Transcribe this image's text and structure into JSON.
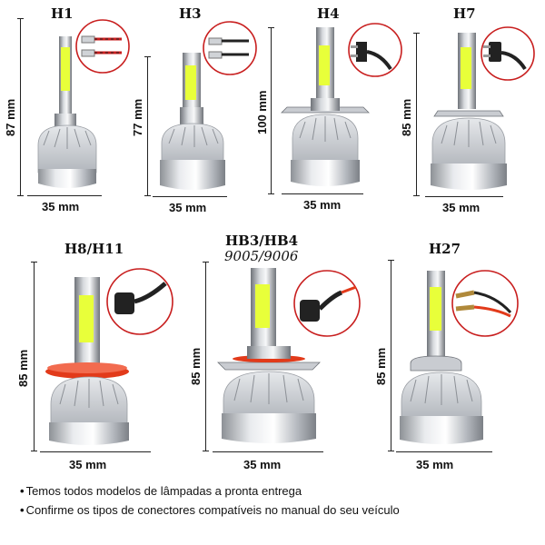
{
  "bulbs": [
    {
      "id": "h1",
      "title": "H1",
      "height": "87 mm",
      "width": "35 mm"
    },
    {
      "id": "h3",
      "title": "H3",
      "height": "77 mm",
      "width": "35 mm"
    },
    {
      "id": "h4",
      "title": "H4",
      "height": "100 mm",
      "width": "35 mm"
    },
    {
      "id": "h7",
      "title": "H7",
      "height": "85 mm",
      "width": "35 mm"
    },
    {
      "id": "h8h11",
      "title": "H8/H11",
      "height": "85 mm",
      "width": "35 mm"
    },
    {
      "id": "hb3hb4",
      "title": "HB3/HB4",
      "subtitle": "9005/9006",
      "height": "85 mm",
      "width": "35 mm"
    },
    {
      "id": "h27",
      "title": "H27",
      "height": "85 mm",
      "width": "35 mm"
    }
  ],
  "notes": [
    "Temos todos modelos de lâmpadas a pronta entrega",
    "Confirme os tipos de conectores compatíveis no manual do seu veículo"
  ],
  "colors": {
    "cob_led": "#e8ff3a",
    "red_ring": "#e23a1a",
    "aluminum": "#c9ccd1",
    "connector_circle": "#c81e1e"
  }
}
